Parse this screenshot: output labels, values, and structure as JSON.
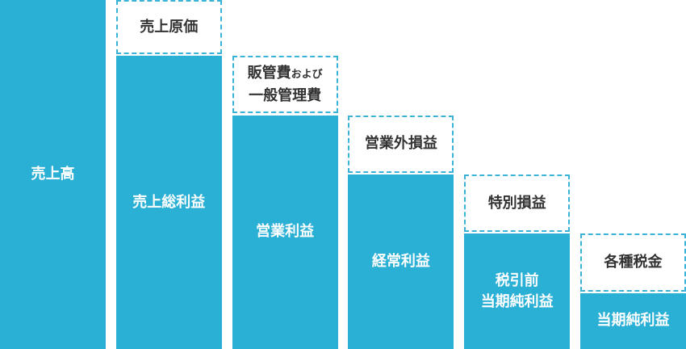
{
  "chart_data": {
    "type": "bar",
    "title": "",
    "xlabel": "",
    "ylabel": "",
    "categories": [
      "売上高",
      "売上総利益",
      "営業利益",
      "経常利益",
      "税引前\n当期純利益",
      "当期純利益"
    ],
    "values": [
      100,
      84,
      67,
      50,
      33,
      16
    ],
    "deductions": [
      {
        "label": "売上原価",
        "value": 16
      },
      {
        "label_main": "販管費",
        "label_small": "および",
        "label_line2": "一般管理費",
        "value": 17
      },
      {
        "label": "営業外損益",
        "value": 17
      },
      {
        "label": "特別損益",
        "value": 17
      },
      {
        "label": "各種税金",
        "value": 17
      }
    ],
    "ylim": [
      0,
      100
    ],
    "colors": {
      "bar": "#2aafd5",
      "deduction_border": "#3ab3d8",
      "deduction_text": "#333333",
      "bar_text": "#ffffff"
    }
  }
}
